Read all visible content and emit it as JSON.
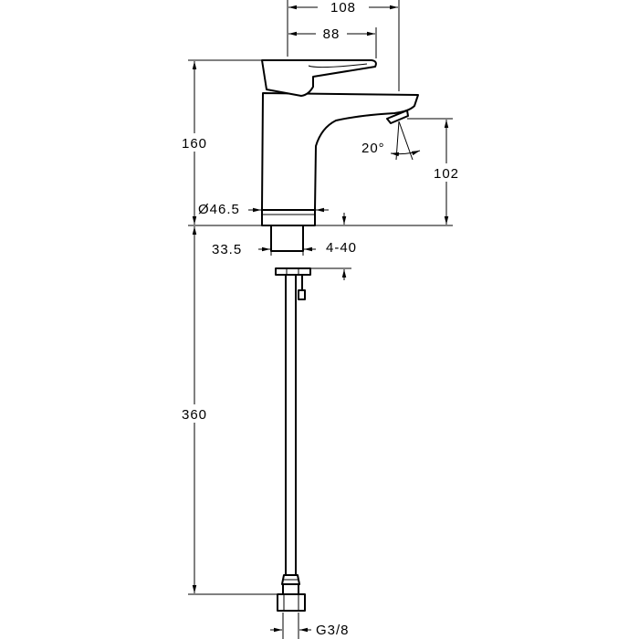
{
  "dimensions": {
    "overall_width": "108",
    "body_width": "88",
    "body_height": "160",
    "base_diameter": "Ø46.5",
    "spout_height": "102",
    "spout_angle": "20°",
    "shank_diameter": "33.5",
    "deck_thickness": "4-40",
    "hose_length": "360",
    "connection_thread": "G3/8"
  },
  "colors": {
    "line": "#000000",
    "background": "#ffffff"
  }
}
